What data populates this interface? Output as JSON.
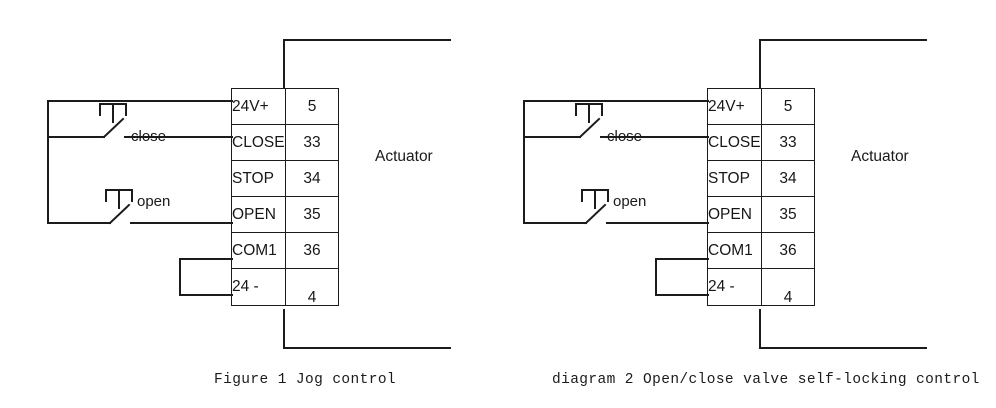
{
  "page": {
    "background": "#ffffff",
    "line_color": "#1b1b1b",
    "text_color": "#171717"
  },
  "diagrams": [
    {
      "id": "jog-control",
      "caption": "Figure 1 Jog control",
      "actuator_label": "Actuator",
      "switches": [
        {
          "id": "close",
          "label": "close",
          "type": "pushbutton-normally-open"
        },
        {
          "id": "open",
          "label": "open",
          "type": "pushbutton-normally-open"
        }
      ],
      "terminals": [
        {
          "name": "24V+",
          "number": "5"
        },
        {
          "name": "CLOSE",
          "number": "33"
        },
        {
          "name": "STOP",
          "number": "34"
        },
        {
          "name": "OPEN",
          "number": "35"
        },
        {
          "name": "COM1",
          "number": "36"
        },
        {
          "name": "24 -",
          "number": "4"
        }
      ]
    },
    {
      "id": "self-locking-control",
      "caption": "diagram 2 Open/close valve self-locking control",
      "actuator_label": "Actuator",
      "switches": [
        {
          "id": "close",
          "label": "close",
          "type": "pushbutton-normally-open"
        },
        {
          "id": "open",
          "label": "open",
          "type": "pushbutton-normally-open"
        }
      ],
      "terminals": [
        {
          "name": "24V+",
          "number": "5"
        },
        {
          "name": "CLOSE",
          "number": "33"
        },
        {
          "name": "STOP",
          "number": "34"
        },
        {
          "name": "OPEN",
          "number": "35"
        },
        {
          "name": "COM1",
          "number": "36"
        },
        {
          "name": "24 -",
          "number": "4"
        }
      ]
    }
  ]
}
